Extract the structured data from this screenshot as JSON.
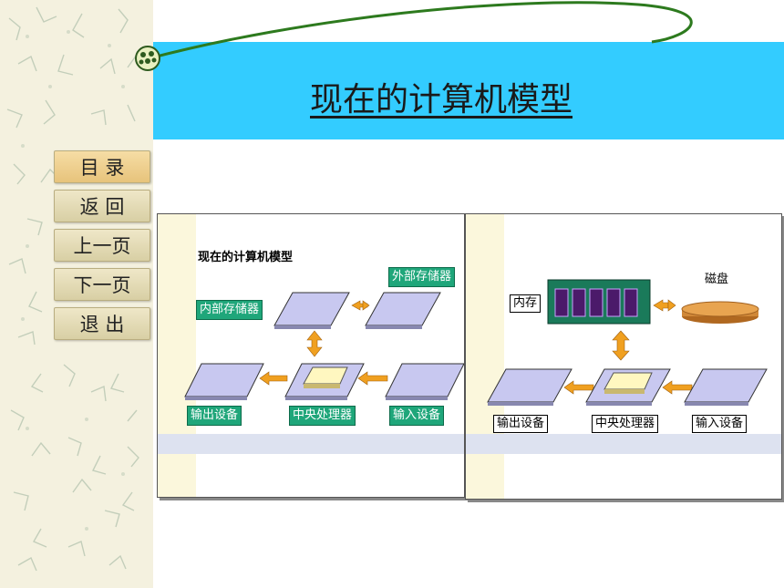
{
  "slide": {
    "title": "现在的计算机模型"
  },
  "nav": {
    "items": [
      {
        "label": "目  录"
      },
      {
        "label": "返  回"
      },
      {
        "label": "上一页"
      },
      {
        "label": "下一页"
      },
      {
        "label": "退  出"
      }
    ]
  },
  "left_panel": {
    "caption": "现在的计算机模型",
    "external_memory": "外部存储器",
    "internal_memory": "内部存储器",
    "output_device": "输出设备",
    "cpu": "中央处理器",
    "input_device": "输入设备"
  },
  "right_panel": {
    "memory": "内存",
    "disk": "磁盘",
    "output_device": "输出设备",
    "cpu": "中央处理器",
    "input_device": "输入设备"
  },
  "colors": {
    "header": "#33ccff",
    "label_green": "#1fa67a",
    "arrow_orange": "#f0a020",
    "platform": "#c8c8f0",
    "disk": "#e09a40",
    "memory_module": "#1a7a5a"
  }
}
